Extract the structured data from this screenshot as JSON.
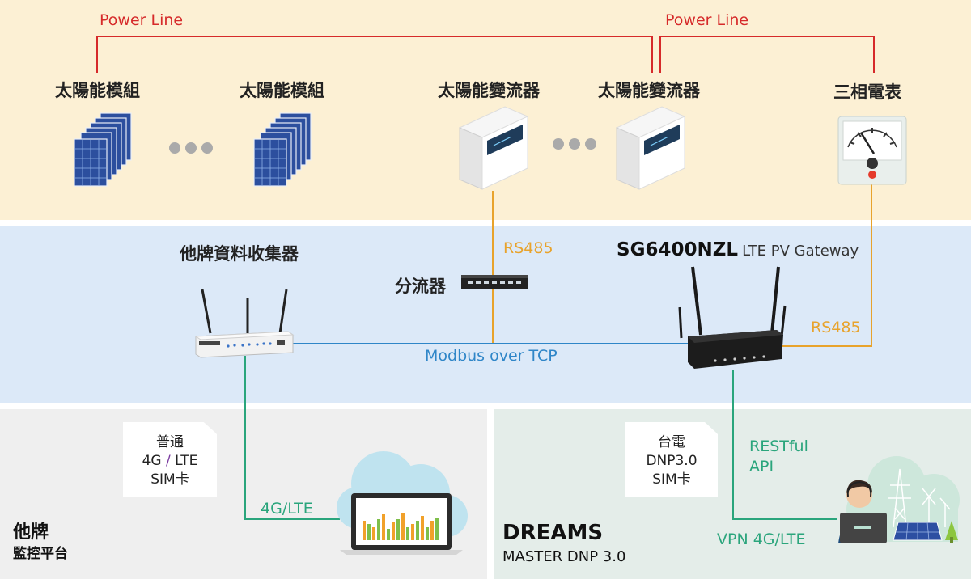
{
  "power_line": {
    "left": "Power Line",
    "right": "Power Line"
  },
  "top": {
    "module_1": "太陽能模組",
    "module_2": "太陽能模組",
    "inverter_1": "太陽能變流器",
    "inverter_2": "太陽能變流器",
    "meter": "三相電表"
  },
  "middle": {
    "third_party_logger": "他牌資料收集器",
    "splitter": "分流器",
    "rs485_top": "RS485",
    "rs485_right": "RS485",
    "modbus": "Modbus over TCP",
    "gateway_model": "SG6400NZL",
    "gateway_desc": "LTE PV Gateway"
  },
  "bottom_left": {
    "card_line1": "普通",
    "card_line2_a": "4G",
    "card_line2_sep": "/",
    "card_line2_b": "LTE",
    "card_line3": "SIM卡",
    "link": "4G/LTE",
    "platform_title": "他牌",
    "platform_sub": "監控平台"
  },
  "bottom_right": {
    "card_line1": "台電",
    "card_line2": "DNP3.0",
    "card_line3": "SIM卡",
    "api_line1": "RESTful",
    "api_line2": "API",
    "vpn": "VPN  4G/LTE",
    "title": "DREAMS",
    "subtitle": "MASTER DNP 3.0"
  },
  "colors": {
    "top_band": "#fcf0d4",
    "mid_band": "#dce9f8",
    "bottom_left_band": "#efefef",
    "bottom_right_band": "#e4ede9",
    "power_line": "#d62a2a",
    "rs485": "#e8a32c",
    "modbus": "#2f86c8",
    "lte": "#2aa57c"
  }
}
